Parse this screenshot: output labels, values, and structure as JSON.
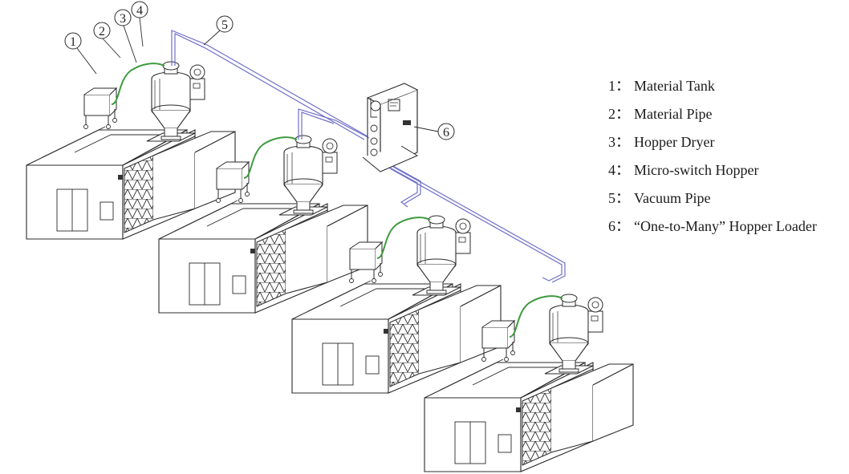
{
  "legend": {
    "items": [
      {
        "num": "1：",
        "label": "Material Tank"
      },
      {
        "num": "2：",
        "label": "Material Pipe"
      },
      {
        "num": "3：",
        "label": "Hopper Dryer"
      },
      {
        "num": "4：",
        "label": "Micro-switch Hopper"
      },
      {
        "num": "5：",
        "label": "Vacuum Pipe"
      },
      {
        "num": "6：",
        "label": "“One-to-Many” Hopper Loader"
      }
    ]
  },
  "callouts": [
    "1",
    "2",
    "3",
    "4",
    "5",
    "6"
  ],
  "colors": {
    "line": "#2b2b2b",
    "material_pipe": "#3f9a3f",
    "vacuum_pipe": "#6e6ec8"
  },
  "stations": 4
}
